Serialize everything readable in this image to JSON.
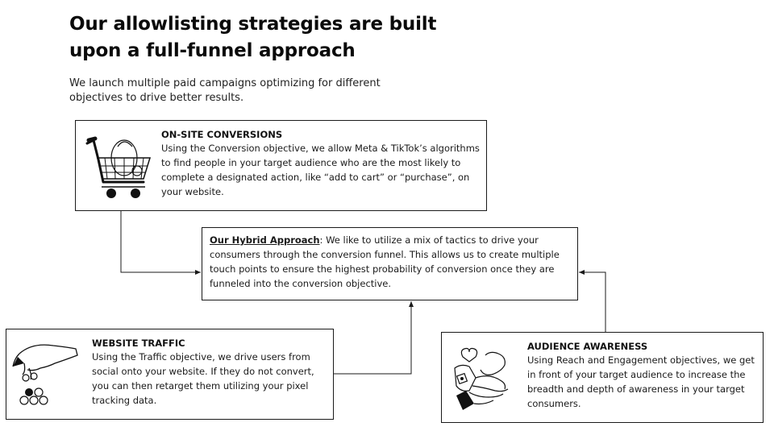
{
  "header": {
    "title": "Our allowlisting strategies are built upon a full-funnel approach",
    "subtitle": "We launch multiple paid campaigns optimizing for different objectives to drive better results."
  },
  "onsite": {
    "title": "ON-SITE CONVERSIONS",
    "body": "Using the Conversion objective, we allow Meta & TikTok’s algorithms to find people in your target audience who are the most likely to complete a designated action, like “add to cart” or “purchase”, on your website.",
    "icon": "shopping-cart-icon"
  },
  "hybrid": {
    "label": "Our Hybrid Approach",
    "body": ": We like to utilize a mix of tactics to drive your consumers through the conversion funnel. This allows us to create multiple touch points to ensure the highest probability of conversion once they are funneled into the conversion objective."
  },
  "traffic": {
    "title": "WEBSITE TRAFFIC",
    "body": "Using the Traffic objective, we drive users from social onto your website. If they do not convert, you can then retarget them utilizing your pixel tracking data.",
    "icon": "hand-picking-coins-icon"
  },
  "awareness": {
    "title": "AUDIENCE AWARENESS",
    "body": "Using Reach and Engagement objectives, we get in front of your target audience to increase the breadth and depth of awareness in your target consumers.",
    "icon": "hand-with-hearts-icon"
  },
  "colors": {
    "text": "#111111",
    "border": "#1a1a1a",
    "background": "#ffffff"
  }
}
